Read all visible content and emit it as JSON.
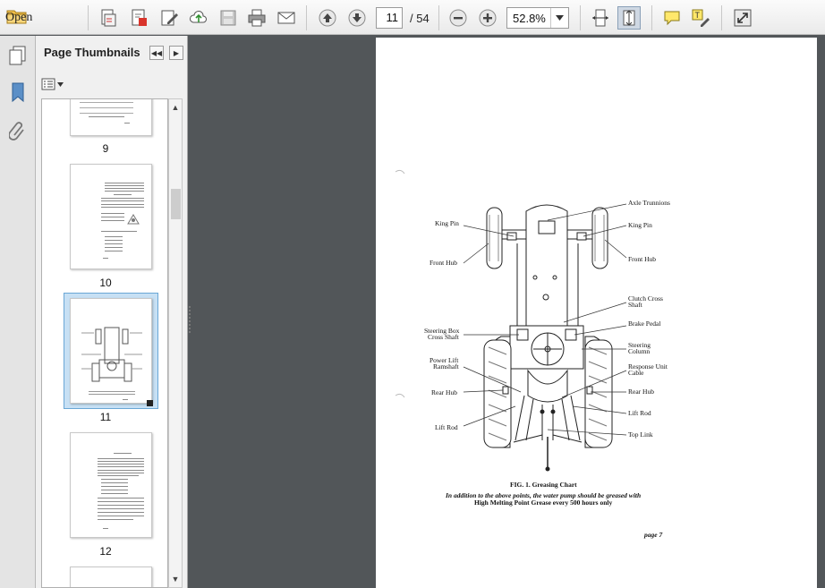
{
  "toolbar": {
    "open_label": "Open",
    "current_page": "11",
    "page_total": "/ 54",
    "zoom": "52.8%"
  },
  "sidebar": {
    "title": "Page Thumbnails",
    "thumbnails": [
      {
        "label": "9"
      },
      {
        "label": "10"
      },
      {
        "label": "11",
        "selected": true
      },
      {
        "label": "12"
      }
    ]
  },
  "document": {
    "labels": {
      "axle_trunnions": "Axle Trunnions",
      "king_pin_left": "King Pin",
      "king_pin_right": "King Pin",
      "front_hub_left": "Front Hub",
      "front_hub_right": "Front Hub",
      "clutch_cross_shaft_1": "Clutch Cross",
      "clutch_cross_shaft_2": "Shaft",
      "brake_pedal": "Brake Pedal",
      "steering_box_1": "Steering Box",
      "steering_box_2": "Cross Shaft",
      "steering_column_1": "Steering",
      "steering_column_2": "Column",
      "power_lift_1": "Power Lift",
      "power_lift_2": "Ramshaft",
      "response_unit_1": "Response Unit",
      "response_unit_2": "Cable",
      "rear_hub_left": "Rear Hub",
      "rear_hub_right": "Rear Hub",
      "lift_rod_left": "Lift Rod",
      "lift_rod_right": "Lift Rod",
      "top_link": "Top Link"
    },
    "fig_caption": "FIG. 1.   Greasing Chart",
    "note_line1": "In addition to the above points, the water pump should be greased with",
    "note_line2": "High Melting Point Grease every 500 hours only",
    "page_number": "page 7"
  }
}
